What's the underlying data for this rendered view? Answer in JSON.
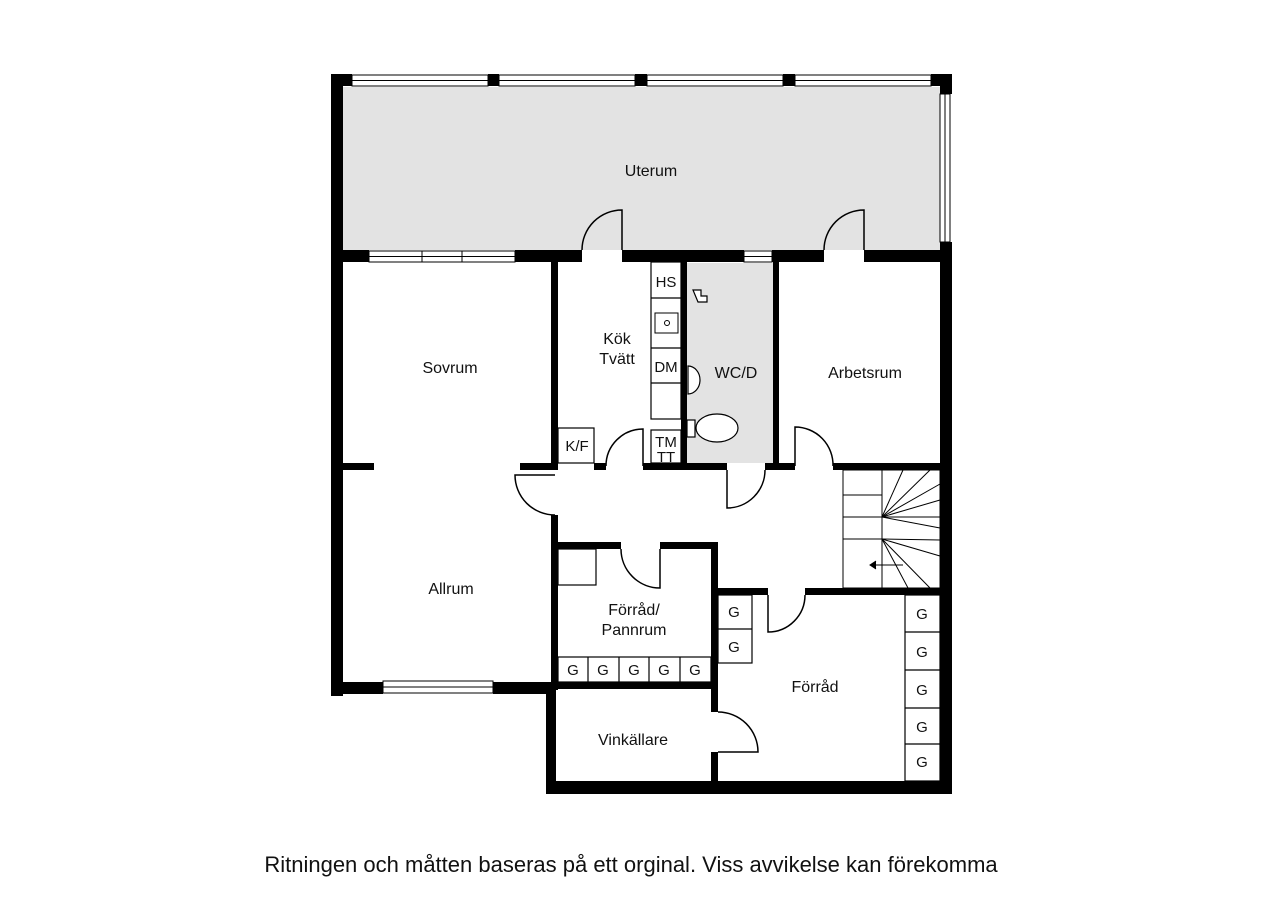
{
  "rooms": {
    "uterum": "Uterum",
    "sovrum": "Sovrum",
    "kok": "Kök",
    "tvatt": "Tvätt",
    "wc": "WC/D",
    "arbetsrum": "Arbetsrum",
    "allrum": "Allrum",
    "forrad_pannrum_1": "Förråd/",
    "forrad_pannrum_2": "Pannrum",
    "forrad": "Förråd",
    "vinkallare": "Vinkällare"
  },
  "fixtures": {
    "hs": "HS",
    "dm": "DM",
    "kf": "K/F",
    "tm": "TM",
    "tt": "TT",
    "g": "G"
  },
  "colors": {
    "wall": "#000000",
    "wet_floor": "#e3e3e3",
    "background": "#ffffff"
  },
  "footnote": "Ritningen och måtten baseras på ett orginal. Viss avvikelse kan förekomma"
}
